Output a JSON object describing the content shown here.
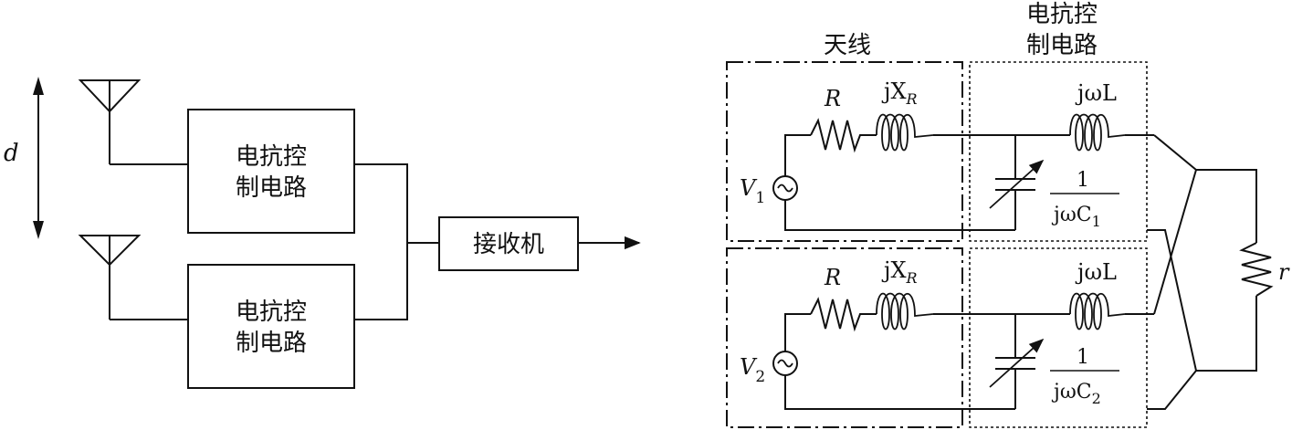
{
  "left": {
    "distance_label": "d",
    "block1": {
      "line1": "电抗控",
      "line2": "制电路"
    },
    "block2": {
      "line1": "电抗控",
      "line2": "制电路"
    },
    "receiver": "接收机"
  },
  "right": {
    "antenna_title": "天线",
    "control_title_line1": "电抗控",
    "control_title_line2": "制电路",
    "top": {
      "resistor": "R",
      "reactance_j": "jX",
      "reactance_sub": "R",
      "source": "V",
      "source_sub": "1",
      "inductor": "jωL",
      "cap_num": "1",
      "cap_den": "jωC",
      "cap_sub": "1"
    },
    "bottom": {
      "resistor": "R",
      "reactance_j": "jX",
      "reactance_sub": "R",
      "source": "V",
      "source_sub": "2",
      "inductor": "jωL",
      "cap_num": "1",
      "cap_den": "jωC",
      "cap_sub": "2"
    },
    "load": "r"
  }
}
